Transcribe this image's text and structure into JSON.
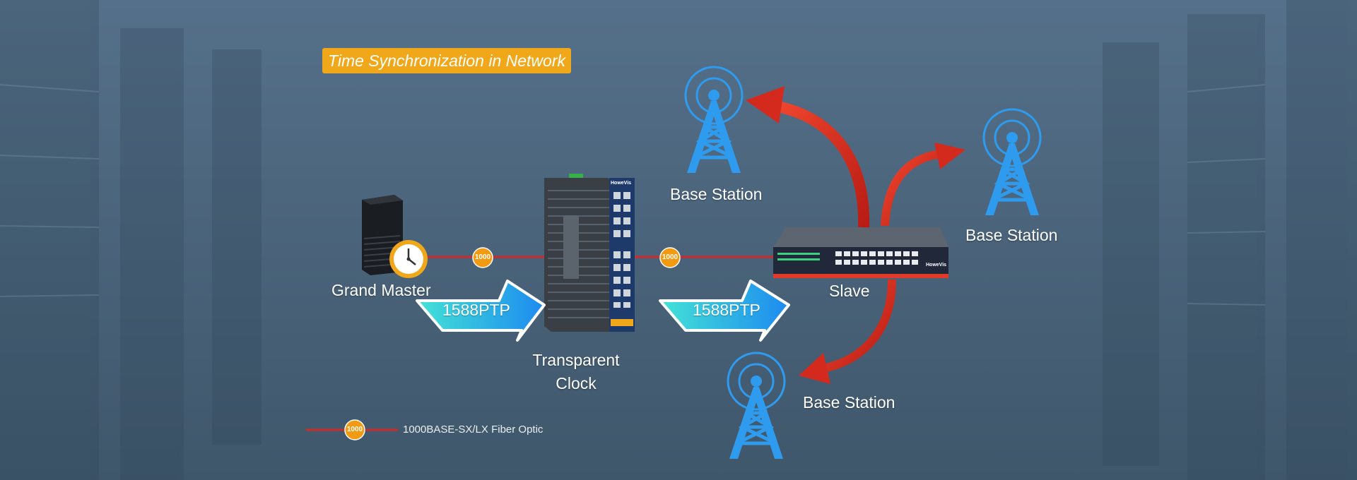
{
  "title": "Time Synchronization in Network",
  "nodes": {
    "grand_master": "Grand Master",
    "transparent_clock_line1": "Transparent",
    "transparent_clock_line2": "Clock",
    "slave": "Slave",
    "base_station_top": "Base Station",
    "base_station_right": "Base Station",
    "base_station_bottom": "Base Station"
  },
  "protocol_arrows": [
    "1588PTP",
    "1588PTP"
  ],
  "link_badges": [
    "1000",
    "1000"
  ],
  "legend": {
    "badge": "1000",
    "label": "1000BASE-SX/LX Fiber Optic"
  },
  "brand": {
    "switch_industrial": "HoweVis",
    "switch_rack": "HoweVis"
  },
  "colors": {
    "background": "#4a6378",
    "title_badge": "#f0a81a",
    "fiber_link": "#cf2a2a",
    "link_badge": "#f29a12",
    "ptp_arrow_start": "#3fe0d8",
    "ptp_arrow_end": "#1e8ff0",
    "sync_arrow": "#d42a1e",
    "tower": "#2e9bef"
  },
  "icons": [
    "clock-icon",
    "tower-icon",
    "switch-icon",
    "server-icon"
  ]
}
